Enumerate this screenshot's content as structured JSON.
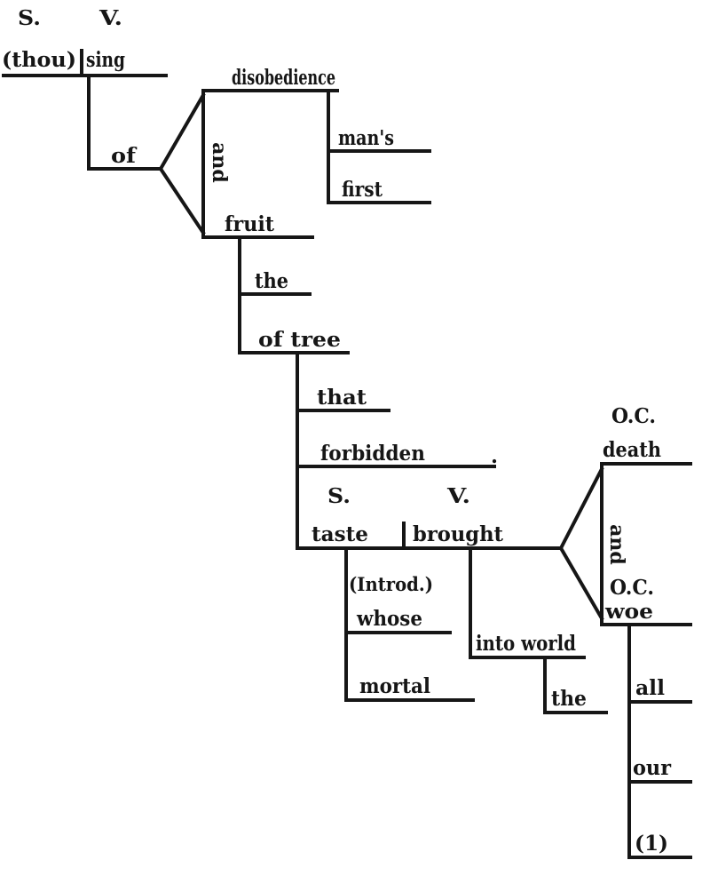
{
  "colors": {
    "ink": "#161616",
    "paper": "#ffffff"
  },
  "diagram": {
    "main_clause": {
      "subject_tag": "S.",
      "verb_tag": "V.",
      "subject": "(thou)",
      "verb": "sing"
    },
    "prep_phrase": {
      "preposition": "of",
      "conjunction": "and",
      "object1": {
        "head": "disobedience",
        "modifiers": [
          "man's",
          "first"
        ]
      },
      "object2": {
        "head": "fruit",
        "modifiers": [
          "the",
          "of tree",
          "that",
          "forbidden"
        ]
      }
    },
    "stray_period": ".",
    "relative_clause": {
      "subject_tag": "S.",
      "verb_tag": "V.",
      "subject": "taste",
      "verb": "brought",
      "introd_tag": "(Introd.)",
      "subject_modifiers": [
        "whose",
        "mortal"
      ],
      "adverb_phrase": {
        "head": "into world",
        "modifier": "the"
      },
      "conjunction": "and",
      "objects": [
        {
          "tag": "O.C.",
          "head": "death"
        },
        {
          "tag": "O.C.",
          "head": "woe",
          "modifiers": [
            "all",
            "our"
          ],
          "footnote": "(1)"
        }
      ]
    }
  }
}
